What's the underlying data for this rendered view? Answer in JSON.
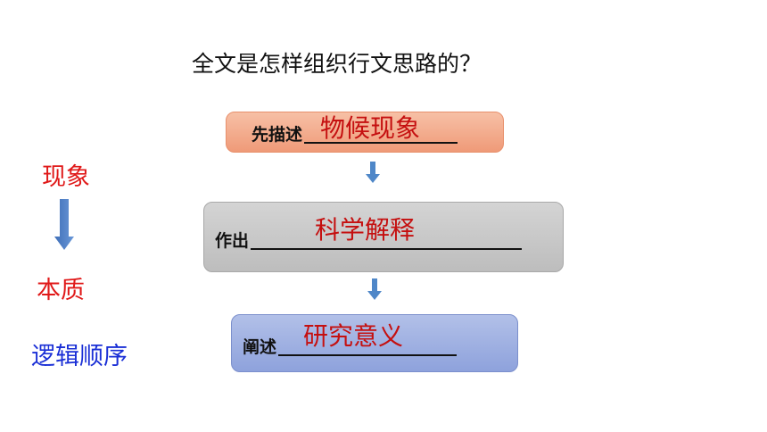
{
  "question": "全文是怎样组织行文思路的？",
  "steps": [
    {
      "prefix": "先描述",
      "answer": "物候现象"
    },
    {
      "prefix": "作出",
      "answer": "科学解释"
    },
    {
      "prefix": "阐述",
      "answer": "研究意义"
    }
  ],
  "side": {
    "top": "现象",
    "middle": "本质",
    "bottom": "逻辑顺序"
  },
  "colors": {
    "answer": "#c51010",
    "side_red": "#e01818",
    "side_blue": "#1a2fd6",
    "arrow": "#4f87c8"
  }
}
